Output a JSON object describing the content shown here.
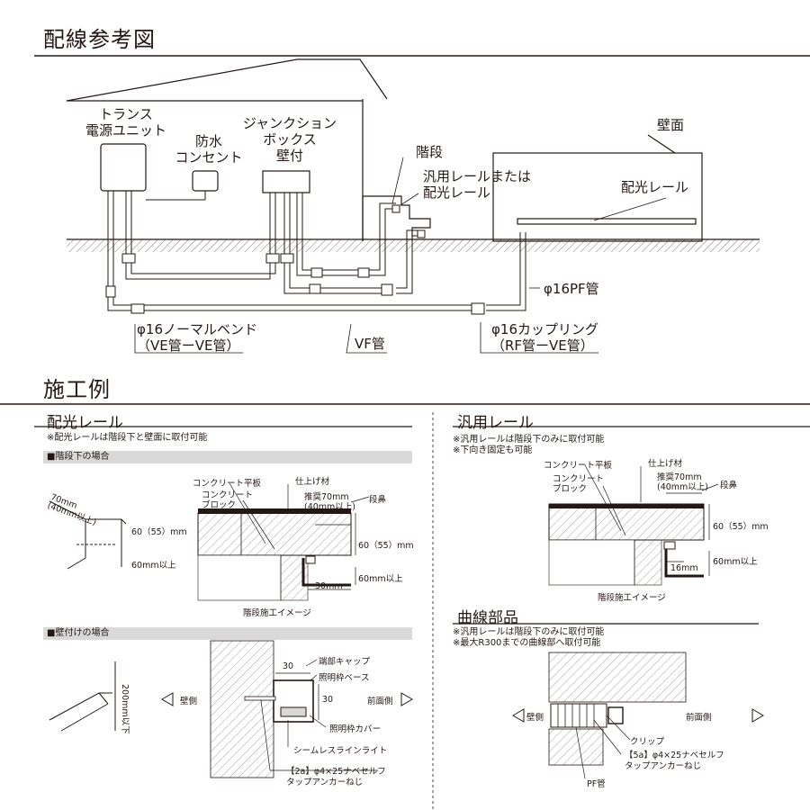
{
  "titles": {
    "wiring": "配線参考図",
    "examples": "施工例"
  },
  "wiring": {
    "transformer": [
      "トランス",
      "電源ユニット"
    ],
    "outlet": [
      "防水",
      "コンセント"
    ],
    "junction": [
      "ジャンクション",
      "ボックス",
      "壁付"
    ],
    "stairs": "階段",
    "general_or_light_rail": [
      "汎用レールまたは",
      "配光レール"
    ],
    "wall": "壁面",
    "light_rail": "配光レール",
    "pf_pipe": "φ16PF管",
    "normal_bend": [
      "φ16ノーマルベンド",
      "（VE管ーVE管）"
    ],
    "vf_pipe": "VF管",
    "coupling": [
      "φ16カップリング",
      "（RF管ーVE管）"
    ]
  },
  "light_rail_section": {
    "title": "配光レール",
    "note": "※配光レールは階段下と壁面に取付可能",
    "under_stairs_band": "■階段下の場合",
    "iso_dims": [
      "70mm",
      "(40mm以上)",
      "60（55）mm",
      "60mm以上"
    ],
    "concrete_slab": "コンクリート平板",
    "concrete_block": [
      "コンクリート",
      "ブロック"
    ],
    "finish": "仕上げ材",
    "recommended": [
      "推奨70mm",
      "(40mm以上)"
    ],
    "nosing": "段鼻",
    "dim_60": "60（55）mm",
    "dim_60min": "60mm以上",
    "dim_30": "30mm",
    "caption": "階段施工イメージ",
    "wall_band": "■壁付けの場合",
    "iso_dim_200": "200mm以下",
    "end_cap": "端部キャップ",
    "base": "照明枠ベース",
    "dim_30a": "30",
    "dim_30b": "30",
    "wall_side": "壁側",
    "front_side": "前面側",
    "cover": "照明枠カバー",
    "seamless": "シームレスラインライト",
    "screw": [
      "【2a】φ4×25ナベセルフ",
      "タップアンカーねじ"
    ]
  },
  "general_rail_section": {
    "title": "汎用レール",
    "notes": [
      "※汎用レールは階段下のみに取付可能",
      "※下向き固定も可能"
    ],
    "concrete_slab": "コンクリート平板",
    "concrete_block": [
      "コンクリート",
      "ブロック"
    ],
    "finish": "仕上げ材",
    "recommended": [
      "推奨70mm",
      "(40mm以上)"
    ],
    "nosing": "段鼻",
    "dim_60": "60（55）mm",
    "dim_60min": "60mm以上",
    "dim_16": "16mm",
    "caption": "階段施工イメージ"
  },
  "curve_section": {
    "title": "曲線部品",
    "notes": [
      "※汎用レールは階段下のみに取付可能",
      "※最大R300までの曲線部へ取付可能"
    ],
    "wall_side": "壁側",
    "front_side": "前面側",
    "clip": "クリップ",
    "screw": [
      "【5a】φ4×25ナベセルフ",
      "タップアンカーねじ"
    ],
    "pf": "PF管"
  },
  "colors": {
    "ink": "#231815",
    "band": "#d9d9d9",
    "hatch": "#9a9a9a"
  }
}
